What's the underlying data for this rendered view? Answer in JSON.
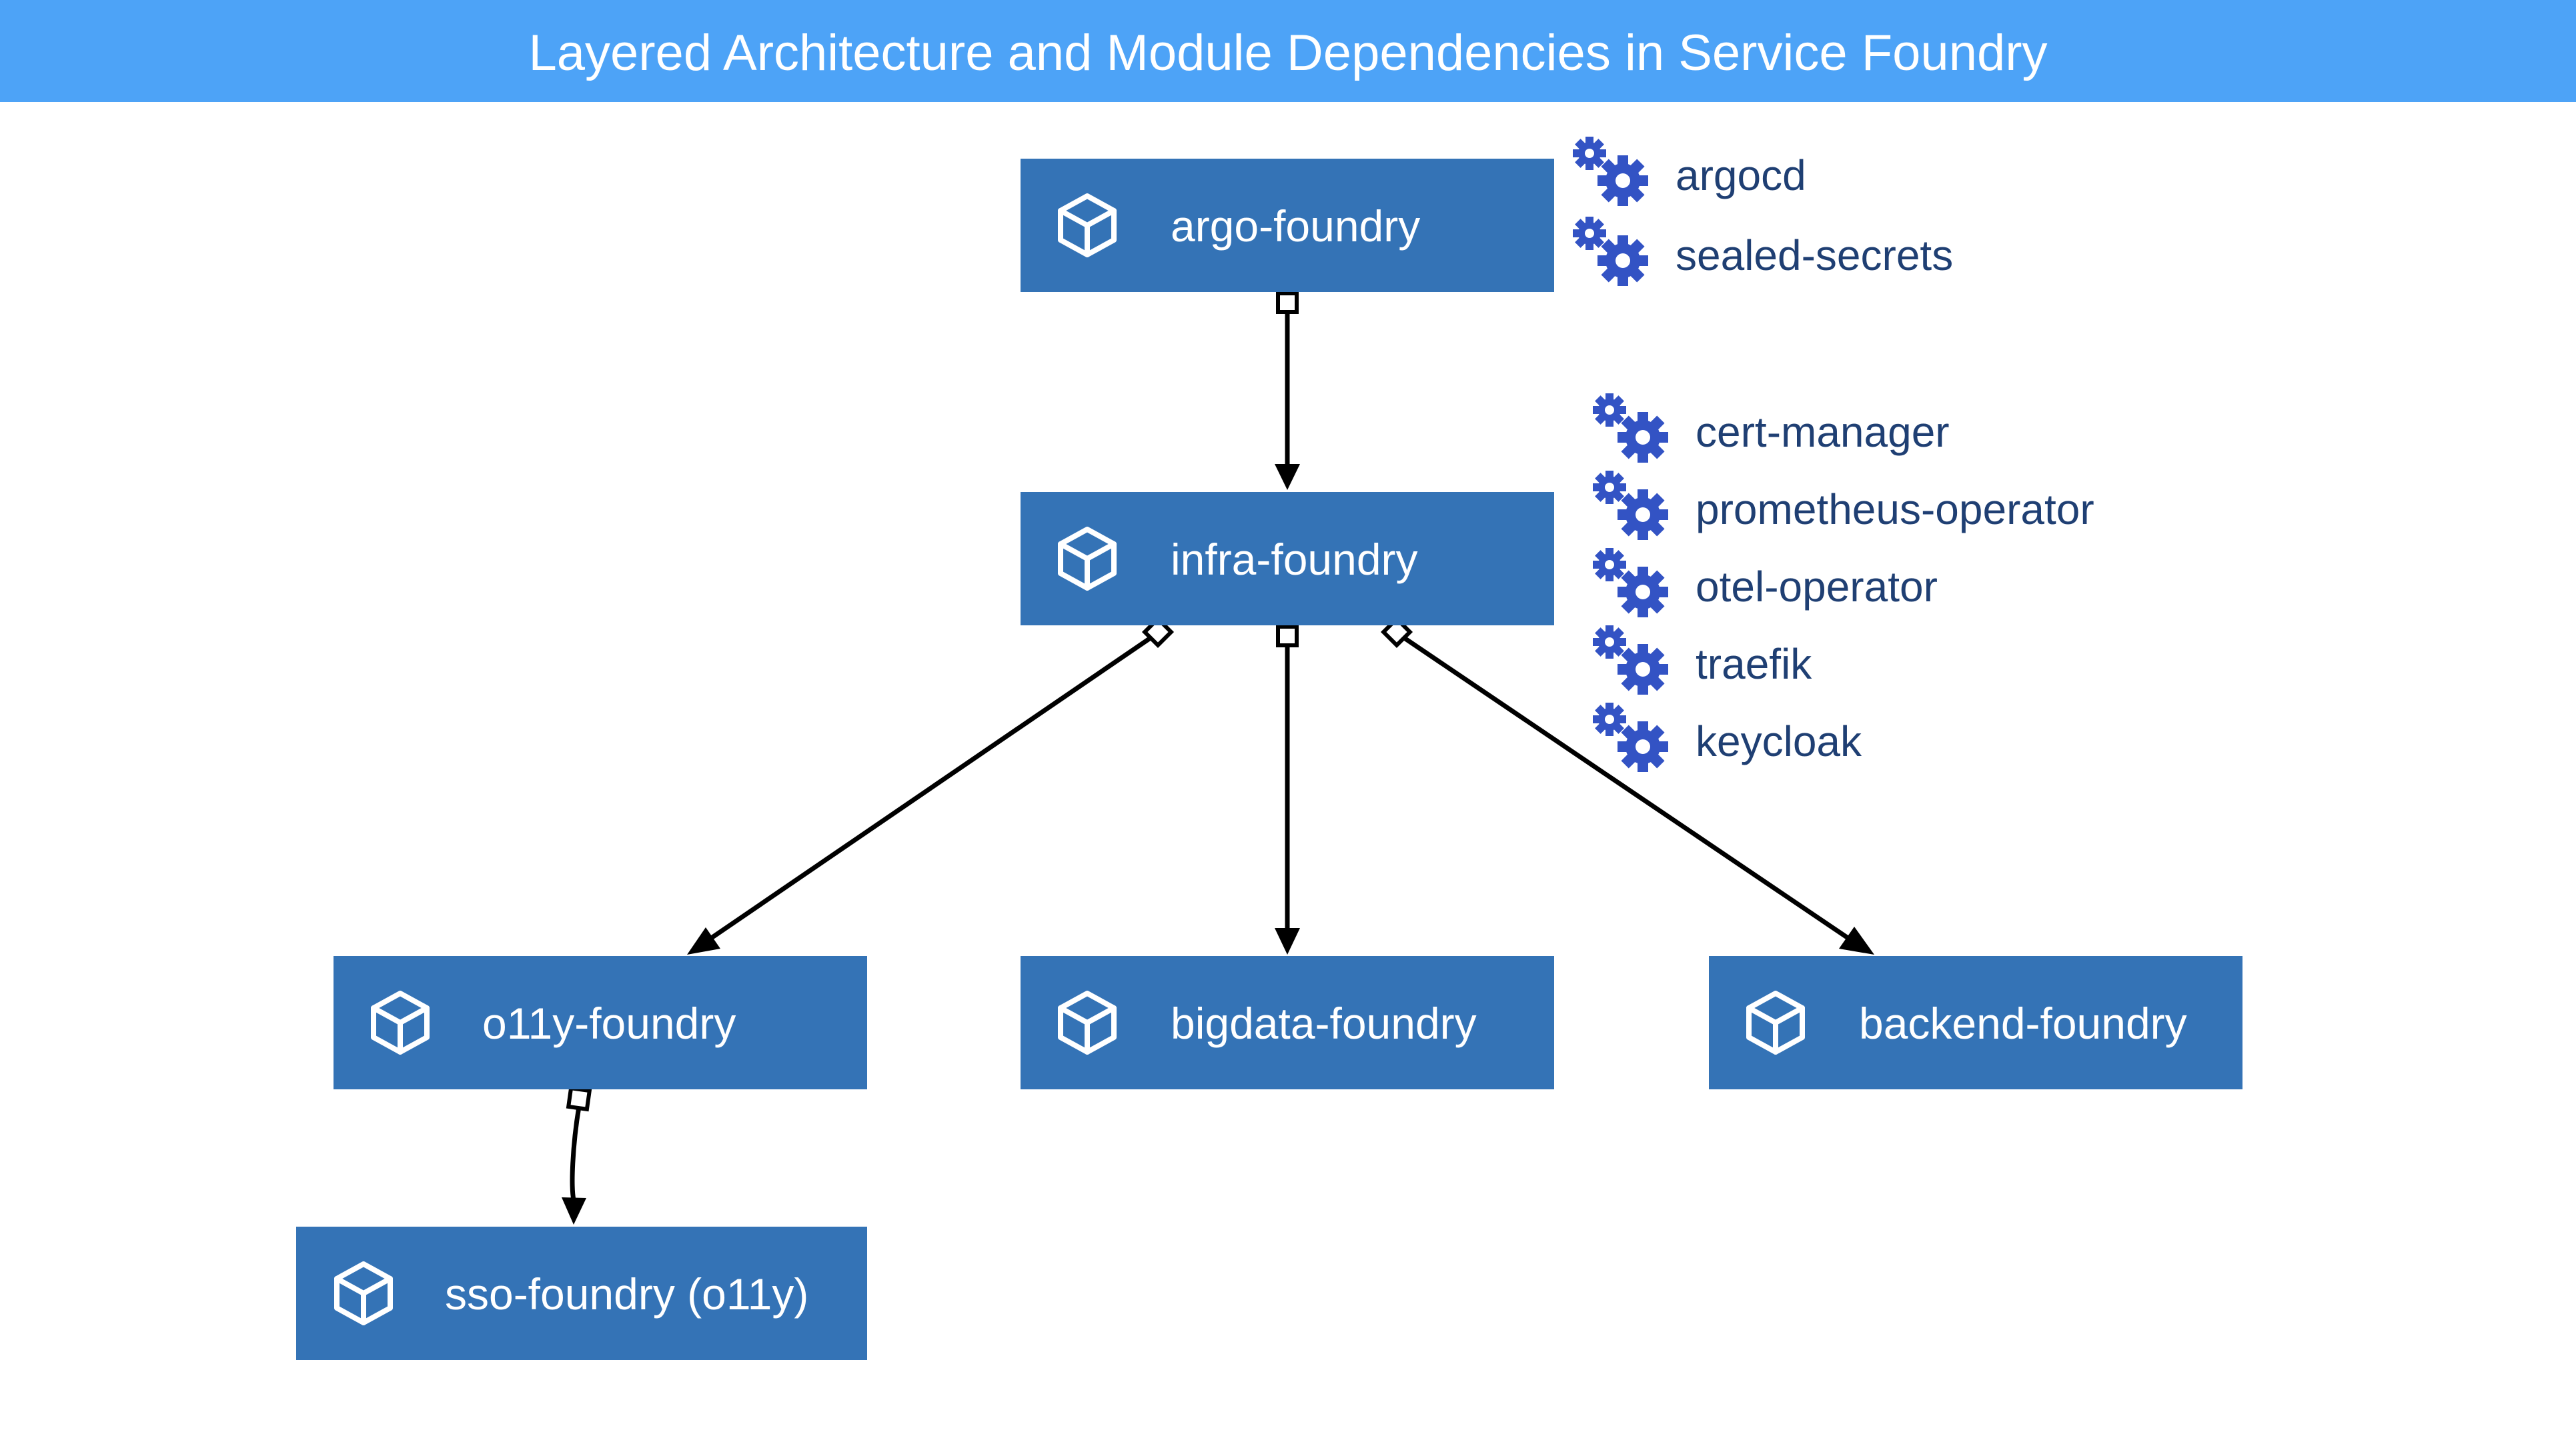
{
  "title": "Layered Architecture and Module Dependencies in Service Foundry",
  "colors": {
    "banner": "#4da3f7",
    "node": "#3473b6",
    "node_text": "#ffffff",
    "component_text": "#1f3f73",
    "gear": "#3353c4",
    "edge": "#000000"
  },
  "nodes": {
    "argo": {
      "label": "argo-foundry",
      "icon": "cube-icon"
    },
    "infra": {
      "label": "infra-foundry",
      "icon": "cube-icon"
    },
    "o11y": {
      "label": "o11y-foundry",
      "icon": "cube-icon"
    },
    "bigdata": {
      "label": "bigdata-foundry",
      "icon": "cube-icon"
    },
    "backend": {
      "label": "backend-foundry",
      "icon": "cube-icon"
    },
    "sso": {
      "label": "sso-foundry (o11y)",
      "icon": "cube-icon"
    }
  },
  "components": {
    "argo": [
      {
        "label": "argocd",
        "icon": "gears-icon"
      },
      {
        "label": "sealed-secrets",
        "icon": "gears-icon"
      }
    ],
    "infra": [
      {
        "label": "cert-manager",
        "icon": "gears-icon"
      },
      {
        "label": "prometheus-operator",
        "icon": "gears-icon"
      },
      {
        "label": "otel-operator",
        "icon": "gears-icon"
      },
      {
        "label": "traefik",
        "icon": "gears-icon"
      },
      {
        "label": "keycloak",
        "icon": "gears-icon"
      }
    ]
  },
  "edges": [
    {
      "from": "argo-foundry",
      "to": "infra-foundry"
    },
    {
      "from": "infra-foundry",
      "to": "o11y-foundry"
    },
    {
      "from": "infra-foundry",
      "to": "bigdata-foundry"
    },
    {
      "from": "infra-foundry",
      "to": "backend-foundry"
    },
    {
      "from": "o11y-foundry",
      "to": "sso-foundry (o11y)"
    }
  ]
}
